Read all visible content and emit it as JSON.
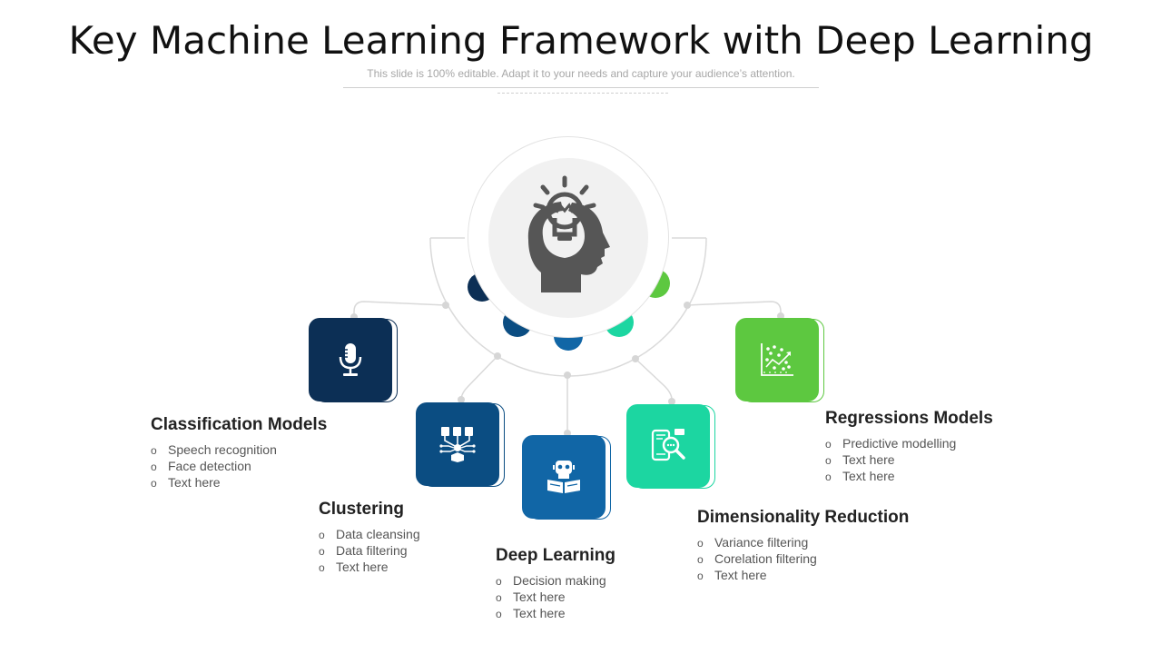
{
  "header": {
    "title": "Key Machine Learning Framework with Deep Learning",
    "subtitle": "This slide is 100% editable. Adapt it to your needs and capture your audience’s attention."
  },
  "hub": {
    "icon": "head-lightbulb-icon"
  },
  "items": [
    {
      "heading": "Classification  Models",
      "icon": "microphone-icon",
      "color": "#0c2f55",
      "bullets": [
        "Speech recognition",
        "Face detection",
        "Text here"
      ]
    },
    {
      "heading": "Clustering",
      "icon": "network-cluster-icon",
      "color": "#0b4d82",
      "bullets": [
        "Data cleansing",
        "Data filtering",
        "Text here"
      ]
    },
    {
      "heading": "Deep Learning",
      "icon": "robot-reading-icon",
      "color": "#1166a6",
      "bullets": [
        "Decision making",
        "Text here",
        "Text here"
      ]
    },
    {
      "heading": "Dimensionality  Reduction",
      "icon": "phone-search-icon",
      "color": "#1cd6a1",
      "bullets": [
        "Variance filtering",
        "Corelation filtering",
        "Text here"
      ]
    },
    {
      "heading": "Regressions Models",
      "icon": "scatter-chart-icon",
      "color": "#5dc840",
      "bullets": [
        "Predictive modelling",
        "Text here",
        "Text here"
      ]
    }
  ]
}
